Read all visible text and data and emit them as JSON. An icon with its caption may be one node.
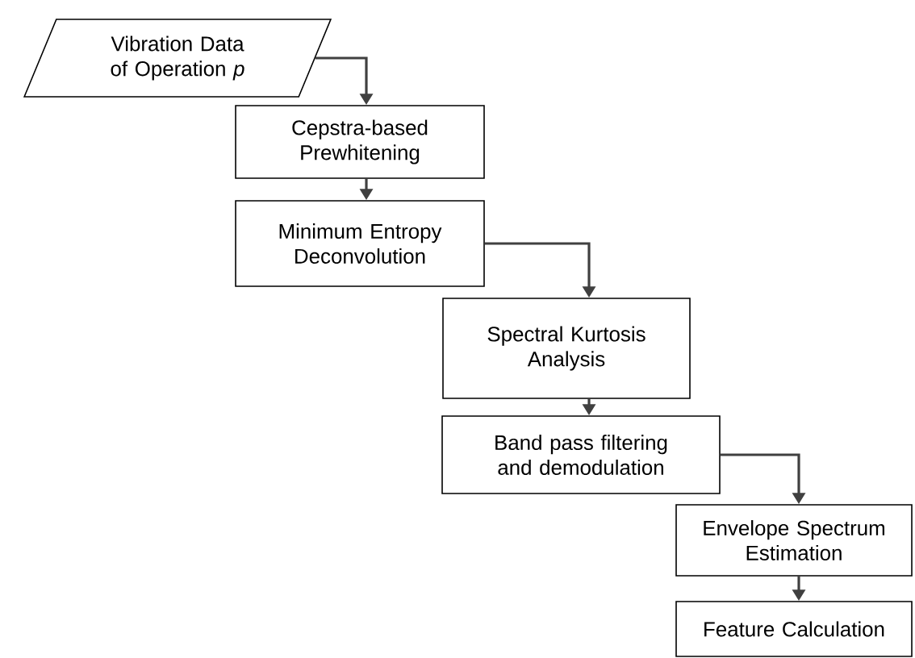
{
  "diagram": {
    "nodes": [
      {
        "text": [
          "Vibration Data of Operation *p*"
        ]
      },
      {
        "text": [
          "Cepstra-based Prewhitening"
        ]
      },
      {
        "text": [
          "Minimum Entropy Deconvolution"
        ]
      },
      {
        "text": [
          "Spectral Kurtosis Analysis"
        ]
      },
      {
        "text": [
          "Band pass filtering and demodulation"
        ]
      },
      {
        "text": [
          "Envelope Spectrum Estimation"
        ]
      },
      {
        "text": [
          "Feature Calculation"
        ]
      }
    ],
    "edges": [
      {
        "from": 0,
        "to": 1,
        "arrow": "to"
      },
      {
        "from": 1,
        "to": 2,
        "arrow": "to"
      },
      {
        "from": 2,
        "to": 3,
        "arrow": "to"
      },
      {
        "from": 3,
        "to": 4,
        "arrow": "to"
      },
      {
        "from": 4,
        "to": 5,
        "arrow": "to"
      },
      {
        "from": 5,
        "to": 6,
        "arrow": "to"
      }
    ]
  }
}
